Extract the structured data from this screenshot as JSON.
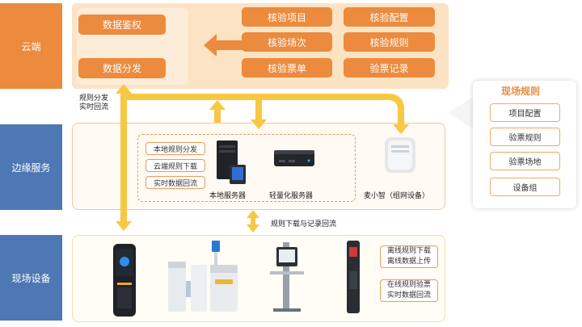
{
  "tiers": {
    "cloud": "云端",
    "edge": "边缘服务",
    "field": "现场设备"
  },
  "cloud": {
    "left_buttons": [
      "数据鉴权",
      "数据分发"
    ],
    "right_buttons": [
      "核验项目",
      "核验配置",
      "核验场次",
      "核验规则",
      "核验票单",
      "验票记录"
    ]
  },
  "edge": {
    "rule_buttons": [
      "本地规则分发",
      "云端规则下载",
      "实时数据回流"
    ],
    "local_server_label": "本地服务器",
    "light_server_label": "轻量化服务器",
    "mai_label": "麦小智（组网设备）"
  },
  "flow_labels": {
    "cloud_edge_line1": "规则分发",
    "cloud_edge_line2": "实时回流",
    "edge_field": "规则下载与记录回流"
  },
  "field": {
    "offline_line1": "离线规则下载",
    "offline_line2": "离线数据上传",
    "online_line1": "在线规则验票",
    "online_line2": "实时数据回流"
  },
  "site_rules": {
    "title": "现场规则",
    "items": [
      "项目配置",
      "验票规则",
      "验票场地",
      "设备组"
    ]
  },
  "colors": {
    "tier_orange": "#ec8a3d",
    "tier_blue": "#4e78b4",
    "arrow_yellow": "#f7c843",
    "accent_orange": "#ec8a3d"
  },
  "icons": [
    "local-server-icon",
    "light-server-icon",
    "router-icon",
    "handheld-terminal-icon",
    "turnstile-icon",
    "gate-icon",
    "tripod-turnstile-icon",
    "pillar-reader-icon"
  ]
}
